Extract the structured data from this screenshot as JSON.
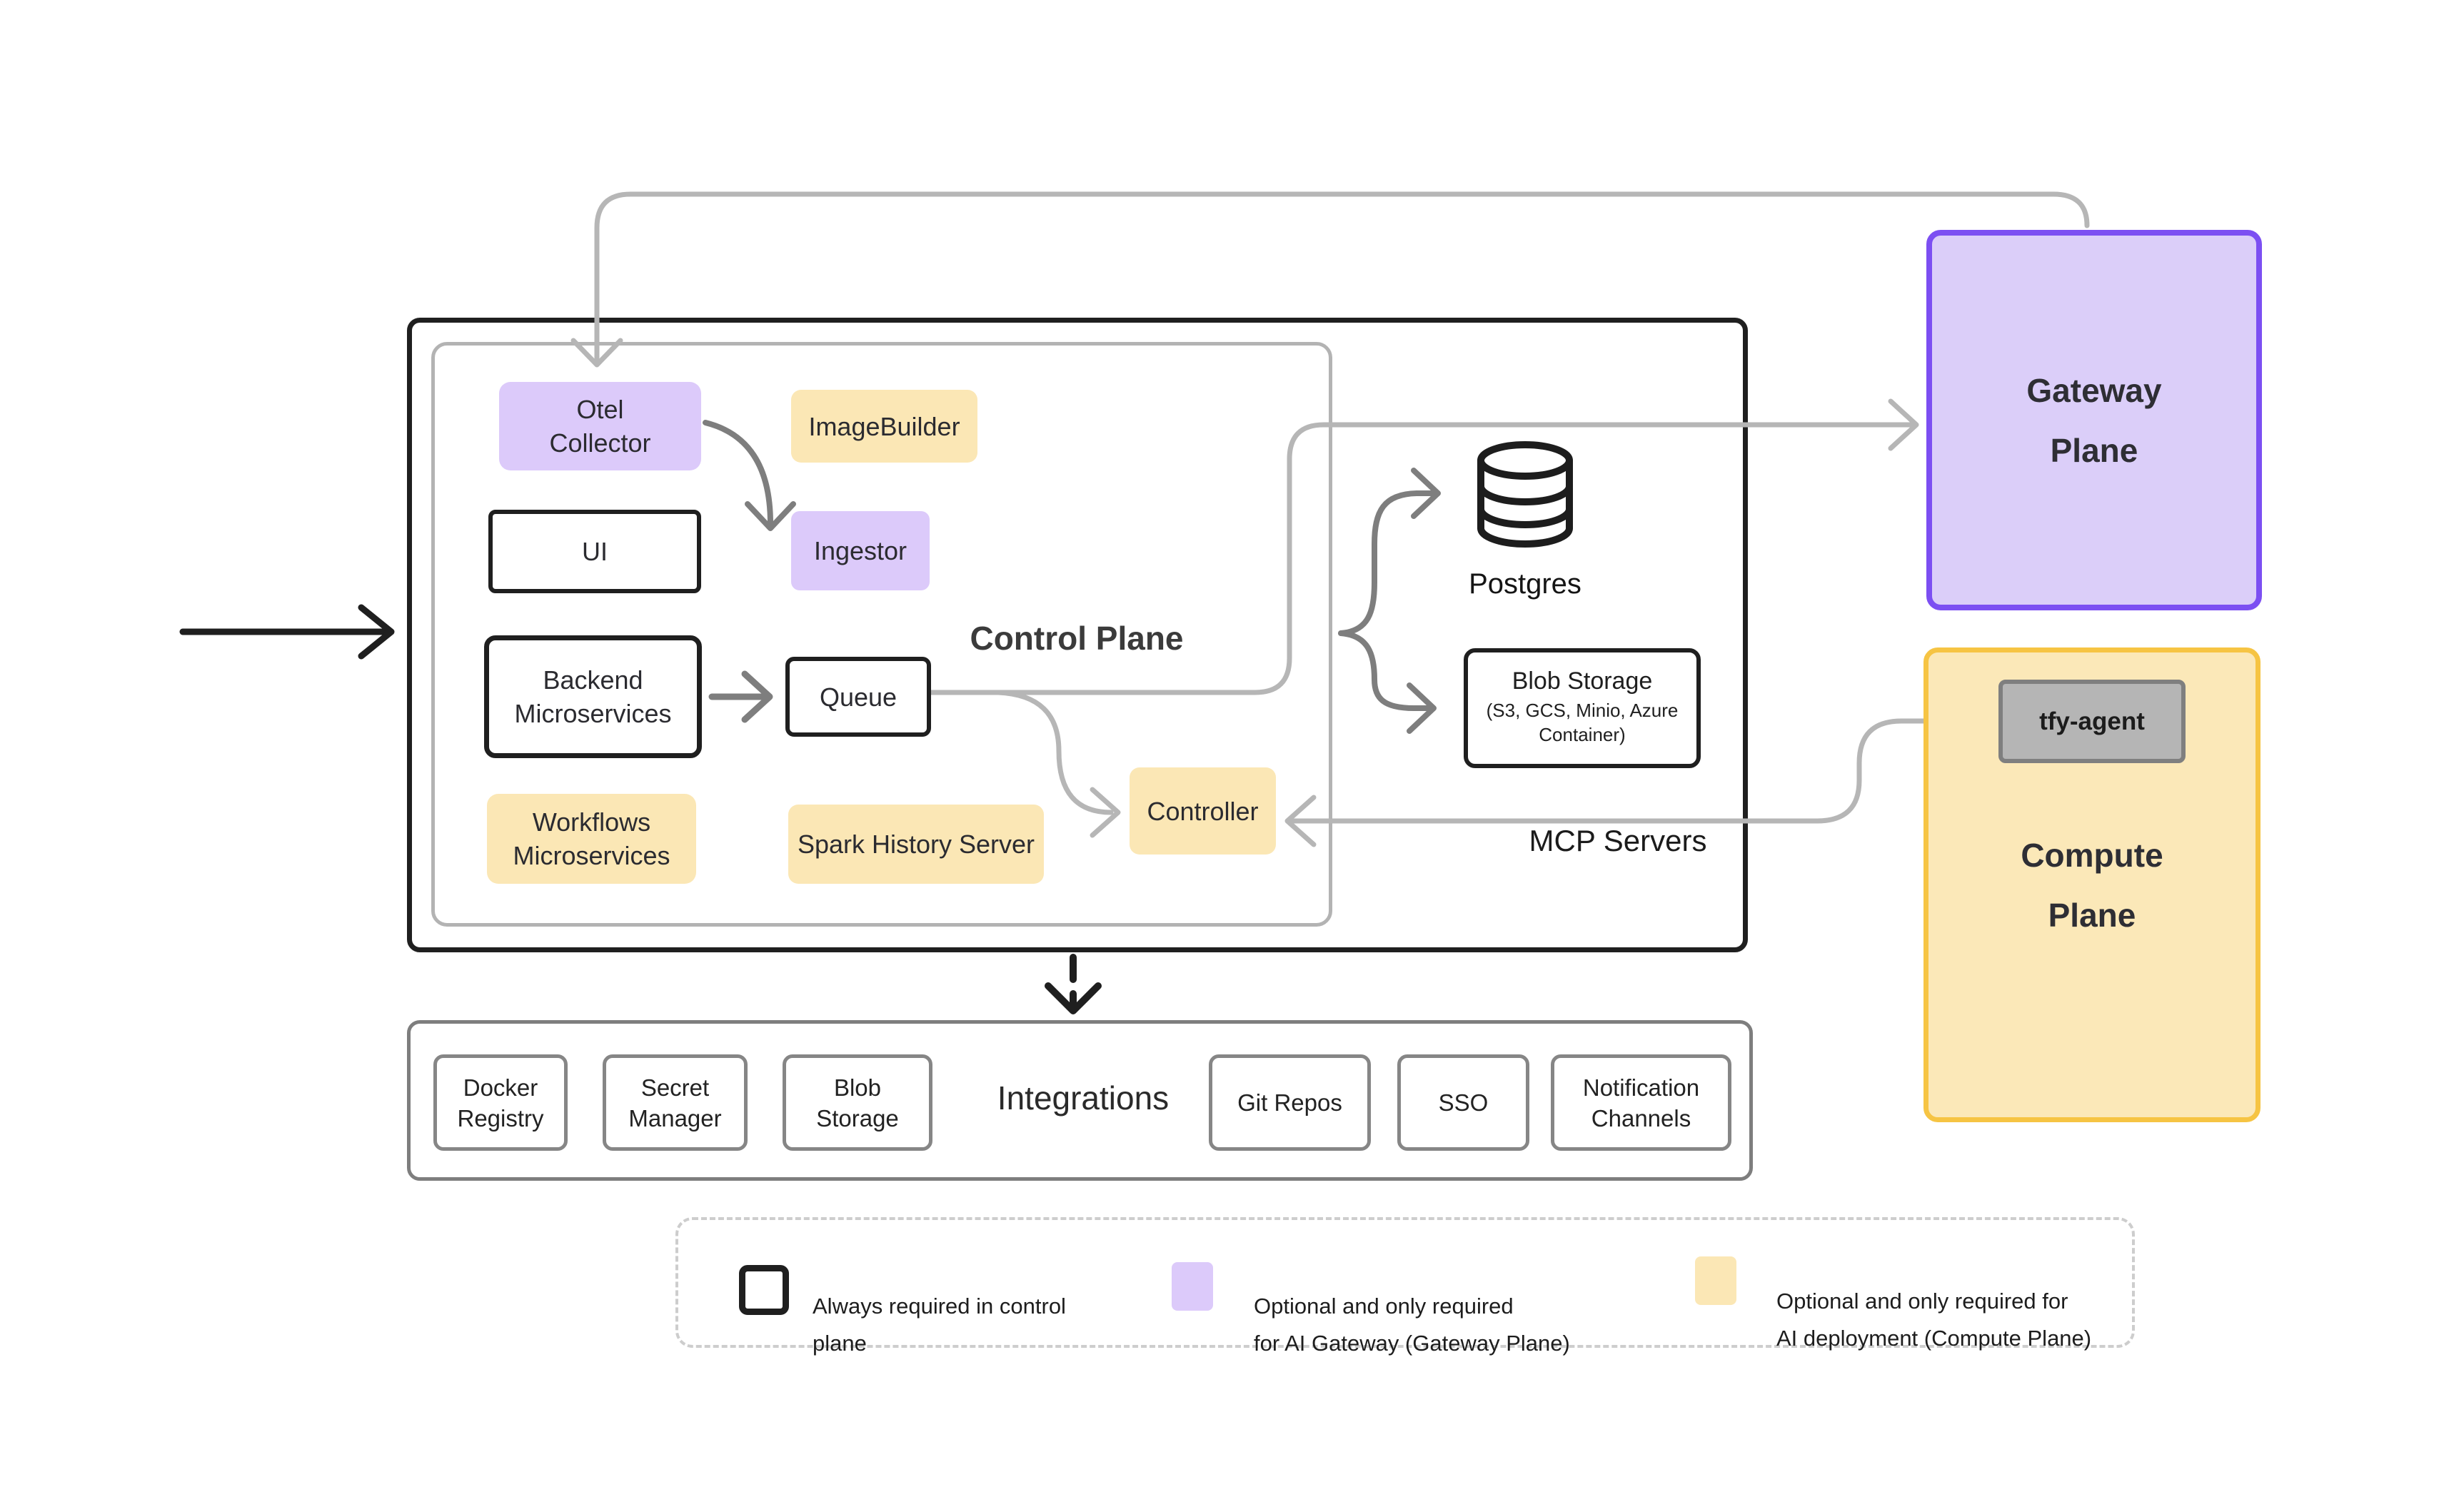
{
  "colors": {
    "background": "#ffffff",
    "black_outline": "#1f1f1f",
    "gray_line": "#b6b6b6",
    "dark_gray_arrow": "#7e7e7e",
    "purple_fill": "#dccafa",
    "purple_border": "#7c4ff2",
    "yellow_fill": "#fbe7b5",
    "yellow_border": "#f6c443",
    "agent_gray_fill": "#b5b5b5",
    "agent_gray_border": "#7f7f7f"
  },
  "control_plane": {
    "title": "Control Plane",
    "nodes": {
      "otel_collector": {
        "label": "Otel\nCollector"
      },
      "image_builder": {
        "label": "ImageBuilder"
      },
      "ui": {
        "label": "UI"
      },
      "ingestor": {
        "label": "Ingestor"
      },
      "backend_microservices": {
        "label": "Backend\nMicroservices"
      },
      "queue": {
        "label": "Queue"
      },
      "workflows_microservices": {
        "label": "Workflows\nMicroservices"
      },
      "spark_history_server": {
        "label": "Spark History Server"
      },
      "controller": {
        "label": "Controller"
      },
      "postgres": {
        "label": "Postgres"
      },
      "blob_storage": {
        "title": "Blob Storage",
        "subtitle": "(S3, GCS, Minio, Azure\nContainer)"
      },
      "mcp_servers": {
        "label": "MCP Servers"
      }
    }
  },
  "gateway_plane": {
    "label": "Gateway\nPlane"
  },
  "compute_plane": {
    "label": "Compute\nPlane",
    "tfy_agent_label": "tfy-agent"
  },
  "integrations": {
    "title": "Integrations",
    "items": [
      {
        "label": "Docker\nRegistry"
      },
      {
        "label": "Secret\nManager"
      },
      {
        "label": "Blob\nStorage"
      },
      {
        "label": "Git Repos"
      },
      {
        "label": "SSO"
      },
      {
        "label": "Notification\nChannels"
      }
    ]
  },
  "legend": {
    "items": [
      {
        "label": "Always required in control\nplane"
      },
      {
        "label": "Optional and only required\nfor AI Gateway (Gateway Plane)"
      },
      {
        "label": "Optional and only required for\nAI deployment (Compute Plane)"
      }
    ]
  }
}
